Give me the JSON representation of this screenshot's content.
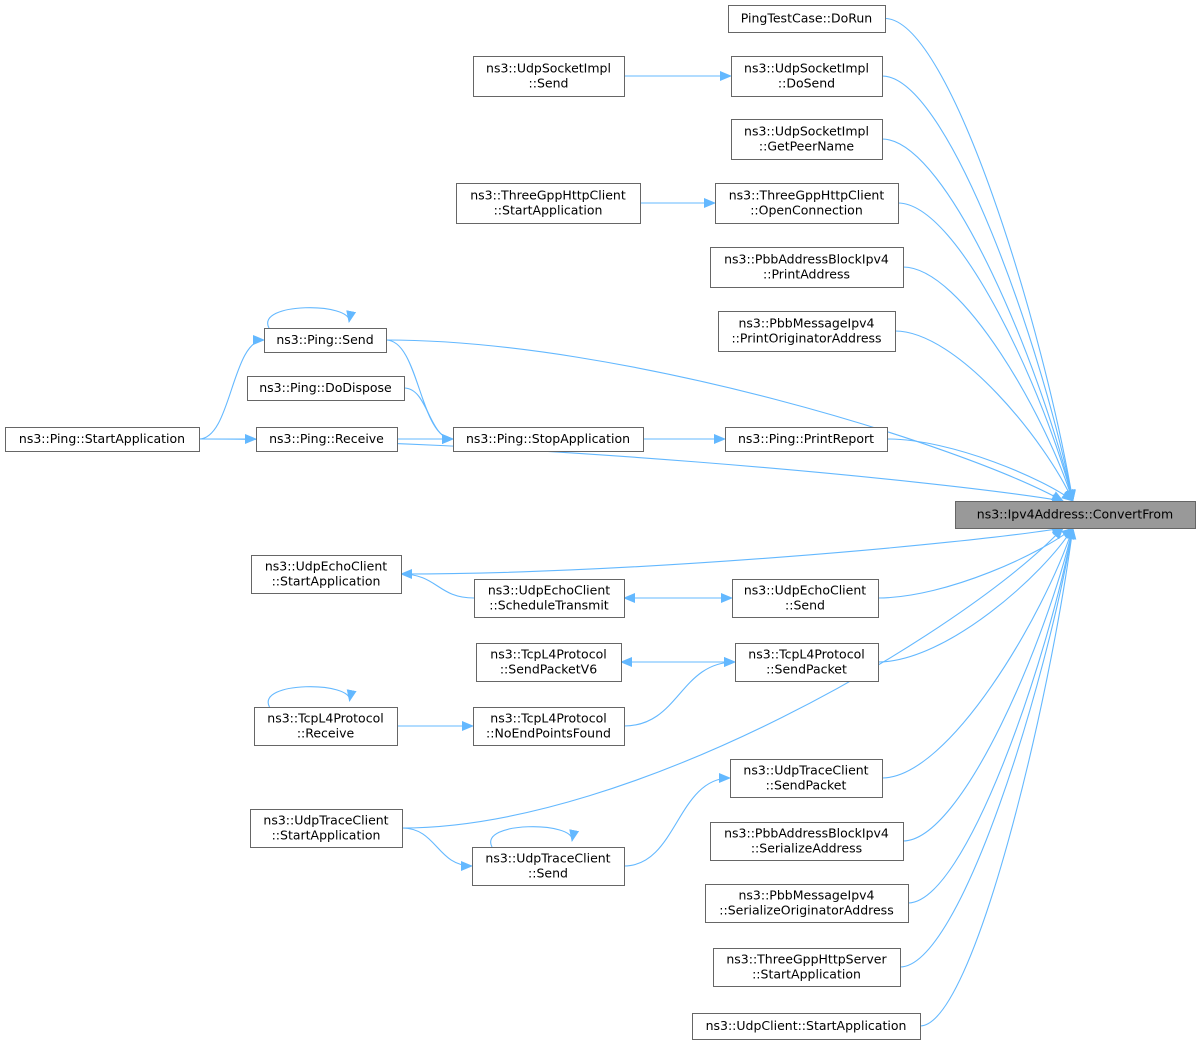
{
  "colors": {
    "edge": "#63b8ff",
    "node_border": "#666666",
    "target_fill": "#999999",
    "background": "#ffffff"
  },
  "target": "n_target",
  "nodes": [
    {
      "id": "n_target",
      "lines": [
        "ns3::Ipv4Address::ConvertFrom"
      ]
    },
    {
      "id": "n_pingtest",
      "lines": [
        "PingTestCase::DoRun"
      ]
    },
    {
      "id": "n_udpsock_dosend",
      "lines": [
        "ns3::UdpSocketImpl",
        "::DoSend"
      ]
    },
    {
      "id": "n_udpsock_send",
      "lines": [
        "ns3::UdpSocketImpl",
        "::Send"
      ]
    },
    {
      "id": "n_udpsock_peer",
      "lines": [
        "ns3::UdpSocketImpl",
        "::GetPeerName"
      ]
    },
    {
      "id": "n_3gpp_open",
      "lines": [
        "ns3::ThreeGppHttpClient",
        "::OpenConnection"
      ]
    },
    {
      "id": "n_3gpp_start",
      "lines": [
        "ns3::ThreeGppHttpClient",
        "::StartApplication"
      ]
    },
    {
      "id": "n_pbb_print",
      "lines": [
        "ns3::PbbAddressBlockIpv4",
        "::PrintAddress"
      ]
    },
    {
      "id": "n_pbbmsg_print",
      "lines": [
        "ns3::PbbMessageIpv4",
        "::PrintOriginatorAddress"
      ]
    },
    {
      "id": "n_ping_send",
      "lines": [
        "ns3::Ping::Send"
      ]
    },
    {
      "id": "n_ping_dispose",
      "lines": [
        "ns3::Ping::DoDispose"
      ]
    },
    {
      "id": "n_ping_start",
      "lines": [
        "ns3::Ping::StartApplication"
      ]
    },
    {
      "id": "n_ping_recv",
      "lines": [
        "ns3::Ping::Receive"
      ]
    },
    {
      "id": "n_ping_stop",
      "lines": [
        "ns3::Ping::StopApplication"
      ]
    },
    {
      "id": "n_ping_report",
      "lines": [
        "ns3::Ping::PrintReport"
      ]
    },
    {
      "id": "n_echo_start",
      "lines": [
        "ns3::UdpEchoClient",
        "::StartApplication"
      ]
    },
    {
      "id": "n_echo_sched",
      "lines": [
        "ns3::UdpEchoClient",
        "::ScheduleTransmit"
      ]
    },
    {
      "id": "n_echo_send",
      "lines": [
        "ns3::UdpEchoClient",
        "::Send"
      ]
    },
    {
      "id": "n_tcp_v6",
      "lines": [
        "ns3::TcpL4Protocol",
        "::SendPacketV6"
      ]
    },
    {
      "id": "n_tcp_send",
      "lines": [
        "ns3::TcpL4Protocol",
        "::SendPacket"
      ]
    },
    {
      "id": "n_tcp_recv",
      "lines": [
        "ns3::TcpL4Protocol",
        "::Receive"
      ]
    },
    {
      "id": "n_tcp_noend",
      "lines": [
        "ns3::TcpL4Protocol",
        "::NoEndPointsFound"
      ]
    },
    {
      "id": "n_trace_sendpkt",
      "lines": [
        "ns3::UdpTraceClient",
        "::SendPacket"
      ]
    },
    {
      "id": "n_trace_start",
      "lines": [
        "ns3::UdpTraceClient",
        "::StartApplication"
      ]
    },
    {
      "id": "n_trace_send",
      "lines": [
        "ns3::UdpTraceClient",
        "::Send"
      ]
    },
    {
      "id": "n_pbb_ser",
      "lines": [
        "ns3::PbbAddressBlockIpv4",
        "::SerializeAddress"
      ]
    },
    {
      "id": "n_pbbmsg_ser",
      "lines": [
        "ns3::PbbMessageIpv4",
        "::SerializeOriginatorAddress"
      ]
    },
    {
      "id": "n_3gpps_start",
      "lines": [
        "ns3::ThreeGppHttpServer",
        "::StartApplication"
      ]
    },
    {
      "id": "n_udpc_start",
      "lines": [
        "ns3::UdpClient::StartApplication"
      ]
    }
  ],
  "edges": [
    {
      "from": "n_pingtest",
      "to": "n_target"
    },
    {
      "from": "n_udpsock_dosend",
      "to": "n_target"
    },
    {
      "from": "n_udpsock_send",
      "to": "n_udpsock_dosend"
    },
    {
      "from": "n_udpsock_peer",
      "to": "n_target"
    },
    {
      "from": "n_3gpp_open",
      "to": "n_target"
    },
    {
      "from": "n_3gpp_start",
      "to": "n_3gpp_open"
    },
    {
      "from": "n_pbb_print",
      "to": "n_target"
    },
    {
      "from": "n_pbbmsg_print",
      "to": "n_target"
    },
    {
      "from": "n_ping_send",
      "to": "n_target"
    },
    {
      "from": "n_ping_send",
      "to": "n_ping_send"
    },
    {
      "from": "n_ping_start",
      "to": "n_ping_send"
    },
    {
      "from": "n_ping_send",
      "to": "n_ping_stop"
    },
    {
      "from": "n_ping_dispose",
      "to": "n_ping_stop"
    },
    {
      "from": "n_ping_start",
      "to": "n_ping_recv"
    },
    {
      "from": "n_ping_recv",
      "to": "n_ping_stop"
    },
    {
      "from": "n_ping_stop",
      "to": "n_ping_report"
    },
    {
      "from": "n_ping_report",
      "to": "n_target"
    },
    {
      "from": "n_ping_start",
      "to": "n_target"
    },
    {
      "from": "n_echo_start",
      "to": "n_target"
    },
    {
      "from": "n_echo_sched",
      "to": "n_echo_start"
    },
    {
      "from": "n_echo_send",
      "to": "n_echo_sched"
    },
    {
      "from": "n_echo_sched",
      "to": "n_echo_send"
    },
    {
      "from": "n_echo_send",
      "to": "n_target"
    },
    {
      "from": "n_tcp_send",
      "to": "n_tcp_v6"
    },
    {
      "from": "n_tcp_v6",
      "to": "n_tcp_send"
    },
    {
      "from": "n_tcp_noend",
      "to": "n_tcp_send"
    },
    {
      "from": "n_tcp_send",
      "to": "n_target"
    },
    {
      "from": "n_tcp_recv",
      "to": "n_tcp_recv"
    },
    {
      "from": "n_tcp_recv",
      "to": "n_tcp_noend"
    },
    {
      "from": "n_trace_start",
      "to": "n_target"
    },
    {
      "from": "n_trace_sendpkt",
      "to": "n_target"
    },
    {
      "from": "n_trace_start",
      "to": "n_trace_send"
    },
    {
      "from": "n_trace_send",
      "to": "n_trace_send"
    },
    {
      "from": "n_trace_send",
      "to": "n_trace_sendpkt"
    },
    {
      "from": "n_pbb_ser",
      "to": "n_target"
    },
    {
      "from": "n_pbbmsg_ser",
      "to": "n_target"
    },
    {
      "from": "n_3gpps_start",
      "to": "n_target"
    },
    {
      "from": "n_udpc_start",
      "to": "n_target"
    }
  ]
}
